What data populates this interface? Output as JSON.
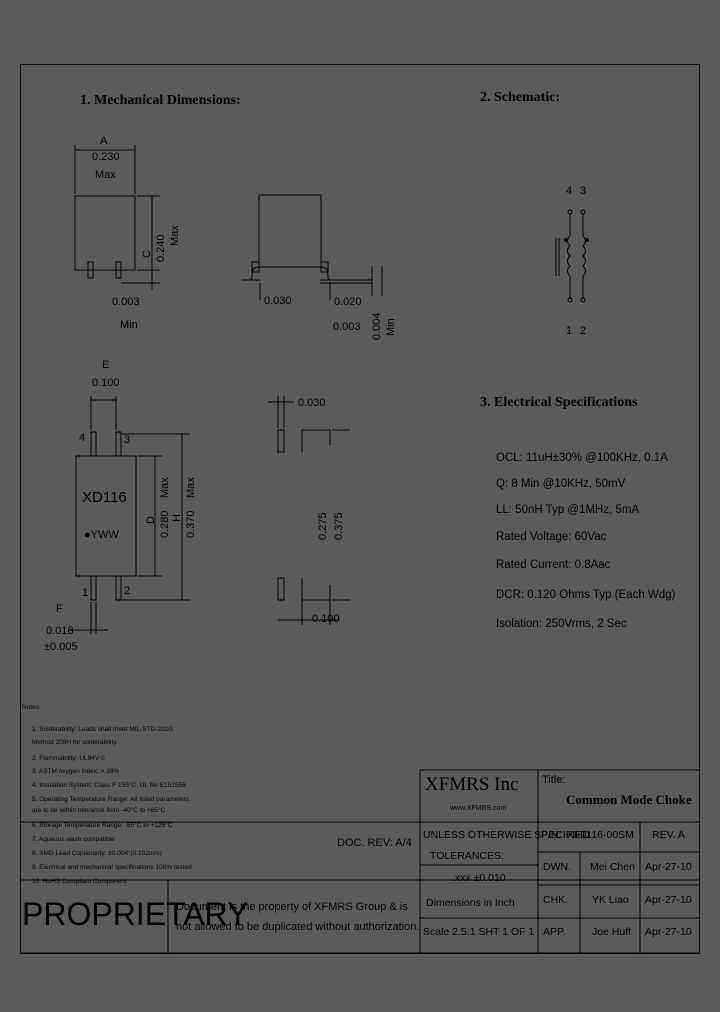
{
  "headings": {
    "mechanical": "1. Mechanical Dimensions:",
    "schematic": "2. Schematic:",
    "electrical": "3. Electrical Specifications"
  },
  "mech": {
    "a_letter": "A",
    "a_value": "0.230",
    "a_max": "Max",
    "c_label": "C",
    "c_value": "0.240",
    "c_max": "Max",
    "g_value": "0.003",
    "g_min": "Min",
    "side_left": "0.030",
    "side_right": "0.020",
    "side_right2": "0.003",
    "side_min_value": "0.004",
    "side_min": "Min",
    "e_letter": "E",
    "e_value": "0.100",
    "part_marking": "XD116",
    "date_code": "●YWW",
    "d_label": "D",
    "d_value": "0.280",
    "d_max": "Max",
    "h_label": "H",
    "h_value": "0.370",
    "h_max": "Max",
    "f_letter": "F",
    "f_value": "0.018",
    "f_tol": "±0.005",
    "pin4": "4",
    "pin3": "3",
    "pin2": "2",
    "pin1": "1",
    "pad_w": "0.030",
    "pad_275": "0.275",
    "pad_375": "0.375",
    "pad_pitch": "0.100"
  },
  "schematic": {
    "pin_top_left": "4",
    "pin_top_right": "3",
    "pin_bot_left": "1",
    "pin_bot_right": "2"
  },
  "specs": [
    "OCL: 11uH±30% @100KHz, 0.1A",
    "Q: 8 Min @10KHz, 50mV",
    "LL: 50nH Typ @1MHz, 5mA",
    "Rated Voltage: 60Vac",
    "Rated Current: 0.8Aac",
    "DCR: 0.120 Ohms Typ (Each Wdg)",
    "Isolation: 250Vrms, 2 Sec"
  ],
  "notes": {
    "title": "Notes:",
    "items": [
      "1. Solderability: Leads shall meet MIL-STD-202G",
      "   Method 208H for solderability.",
      "2. Flammability: UL94V-0",
      "3. ASTM oxygen index: > 28%",
      "4. Insulation System: Class F 155°C, UL file E151556",
      "5. Operating Temperature Range: All listed parameters",
      "   are to be within tolerance from -40°C to +85°C",
      "6. Storage Temperature Range: -55°C to +125°C",
      "7. Aqueous wash compatible",
      "8. SMD Lead Coplanarity: ±0.004\"(0.102mm)",
      "9. Electrical and mechanical specifications 100% tested",
      "10. RoHS Compliant Component"
    ]
  },
  "doc_rev": "DOC. REV: A/4",
  "title_block": {
    "company": "XFMRS Inc",
    "website": "www.XFMRS.com",
    "title_label": "Title:",
    "title_value": "Common Mode Choke",
    "tolerance_header": "UNLESS OTHERWISE SPECIFIED",
    "tolerances_label": "TOLERANCES:",
    "tolerance_value": ".xxx  ±0.010",
    "dimensions_unit": "Dimensions in Inch",
    "scale": "Scale 2.5:1  SHT 1 OF 1",
    "pn_label": "P/N:",
    "pn_value": "XF0116-00SM",
    "rev_label": "REV. A",
    "dwn_label": "DWN.",
    "dwn_name": "Mei Chen",
    "dwn_date": "Apr-27-10",
    "chk_label": "CHK.",
    "chk_name": "YK Liao",
    "chk_date": "Apr-27-10",
    "app_label": "APP.",
    "app_name": "Joe Huff",
    "app_date": "Apr-27-10",
    "proprietary": "PROPRIETARY",
    "notice_line1": "Document is the property of XFMRS Group & is",
    "notice_line2": "not allowed to be duplicated without authorization."
  }
}
